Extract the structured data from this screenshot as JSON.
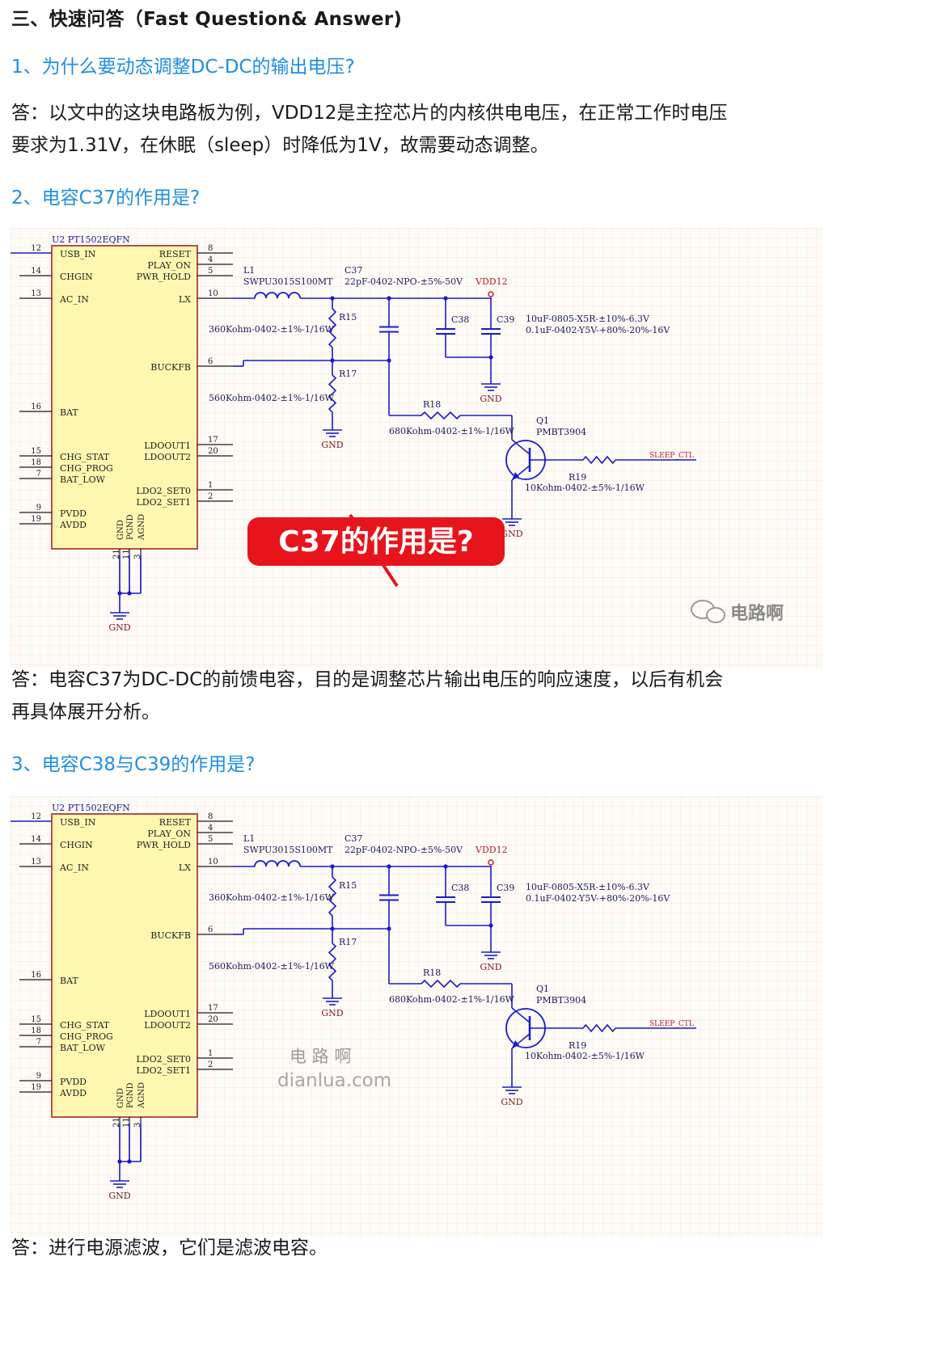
{
  "heading": "三、快速问答（Fast Question& Answer)",
  "q1": "1、为什么要动态调整DC-DC的输出电压?",
  "a1_line1": "答：以文中的这块电路板为例，VDD12是主控芯片的内核供电电压，在正常工作时电压",
  "a1_line2": "要求为1.31V，在休眠（sleep）时降低为1V，故需要动态调整。",
  "q2": "2、电容C37的作用是?",
  "a2_line1": "答：电容C37为DC-DC的前馈电容，目的是调整芯片输出电压的响应速度，以后有机会",
  "a2_line2": "再具体展开分析。",
  "q3": "3、电容C38与C39的作用是?",
  "a3": "答：进行电源滤波，它们是滤波电容。",
  "colors": {
    "question": "#1f8ee0",
    "callout": "#e8141c",
    "wire": "#1a1acc",
    "chip_fill": "#fff7b0",
    "chip_border": "#b23a3a"
  },
  "schematic": {
    "chip_ref": "U2",
    "chip_part": "PT1502EQFN",
    "left_pins": [
      {
        "num": "12",
        "name": "USB_IN"
      },
      {
        "num": "14",
        "name": "CHGIN"
      },
      {
        "num": "13",
        "name": "AC_IN"
      },
      {
        "num": "16",
        "name": "BAT"
      },
      {
        "num": "15",
        "name": "CHG_STAT"
      },
      {
        "num": "18",
        "name": "CHG_PROG"
      },
      {
        "num": "7",
        "name": "BAT_LOW"
      },
      {
        "num": "9",
        "name": "PVDD"
      },
      {
        "num": "19",
        "name": "AVDD"
      }
    ],
    "right_pins": [
      {
        "num": "8",
        "name": "RESET"
      },
      {
        "num": "4",
        "name": "PLAY_ON"
      },
      {
        "num": "5",
        "name": "PWR_HOLD"
      },
      {
        "num": "10",
        "name": "LX"
      },
      {
        "num": "6",
        "name": "BUCKFB"
      },
      {
        "num": "17",
        "name": "LDOOUT1"
      },
      {
        "num": "20",
        "name": "LDOOUT2"
      },
      {
        "num": "1",
        "name": "LDO2_SET0"
      },
      {
        "num": "2",
        "name": "LDO2_SET1"
      }
    ],
    "bottom_pins": [
      {
        "num": "21",
        "name": "GND"
      },
      {
        "num": "11",
        "name": "PGND"
      },
      {
        "num": "3",
        "name": "AGND"
      }
    ],
    "l1_ref": "L1",
    "l1_value": "SWPU3015S100MT",
    "c37_ref": "C37",
    "c37_value": "22pF-0402-NPO-±5%-50V",
    "vdd": "VDD12",
    "r15_ref": "R15",
    "r15_value": "360Kohm-0402-±1%-1/16W",
    "r17_ref": "R17",
    "r17_value": "560Kohm-0402-±1%-1/16W",
    "c38_ref": "C38",
    "c39_ref": "C39",
    "c38_value": "10uF-0805-X5R-±10%-6.3V",
    "c39_value": "0.1uF-0402-Y5V-+80%-20%-16V",
    "r18_ref": "R18",
    "r18_value": "680Kohm-0402-±1%-1/16W",
    "q1_ref": "Q1",
    "q1_value": "PMBT3904",
    "r19_ref": "R19",
    "r19_value": "10Kohm-0402-±5%-1/16W",
    "sleep": "SLEEP_CTL",
    "gnd": "GND"
  },
  "callout": "C37的作用是?",
  "watermark1": "电路啊",
  "watermark2_cn": "电 路 啊",
  "watermark2_en": "dianlua.com"
}
